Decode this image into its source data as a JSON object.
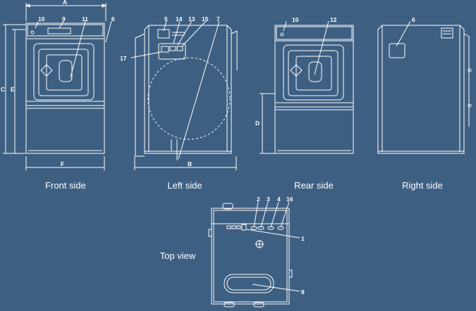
{
  "views": {
    "front": "Front side",
    "left": "Left side",
    "rear": "Rear side",
    "right": "Right side",
    "top": "Top view"
  },
  "dimensions": {
    "A": "A",
    "B": "B",
    "C": "C",
    "D": "D",
    "E": "E",
    "F": "F"
  },
  "callouts": {
    "c1": "1",
    "c2": "2",
    "c3": "3",
    "c4": "4",
    "c5": "5",
    "c6a": "6",
    "c6b": "6",
    "c7": "7",
    "c8": "8",
    "c9": "9",
    "c10a": "10",
    "c10b": "10",
    "c11": "11",
    "c12": "12",
    "c13": "13",
    "c14": "14",
    "c15": "15",
    "c16": "16",
    "c17": "17"
  },
  "colors": {
    "background": "#3d5f82",
    "drawing": "#ffffff"
  }
}
